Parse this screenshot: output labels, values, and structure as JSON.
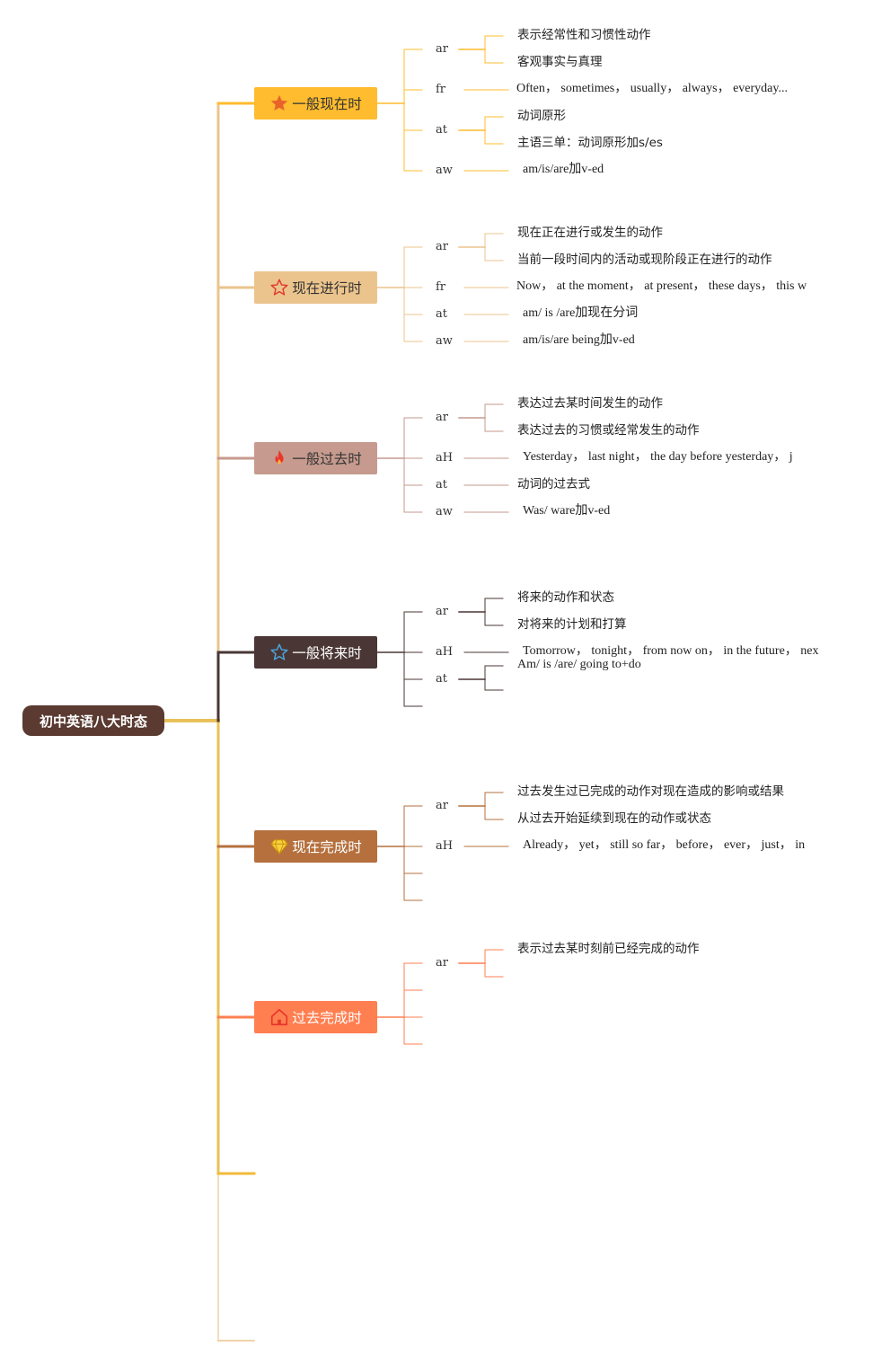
{
  "root": {
    "label": "初中英语八大时态"
  },
  "branches": [
    {
      "label": "一般现在时",
      "icon": "star-filled-icon",
      "color": "#ffbc2e",
      "text_color": "#333333",
      "children": [
        {
          "key": "ar",
          "leaves": [
            "表示经常性和习惯性动作",
            "客观事实与真理"
          ]
        },
        {
          "key": "fr",
          "leaves": [
            "Often， sometimes， usually， always， everyday..."
          ]
        },
        {
          "key": "at",
          "leaves": [
            "动词原形",
            "主语三单：动词原形加s/es"
          ]
        },
        {
          "key": "aw",
          "leaves": [
            "am/is/are加v-ed"
          ]
        }
      ]
    },
    {
      "label": "现在进行时",
      "icon": "star-outline-icon",
      "color": "#ebc48d",
      "text_color": "#333333",
      "children": [
        {
          "key": "ar",
          "leaves": [
            "现在正在进行或发生的动作",
            "当前一段时间内的活动或现阶段正在进行的动作"
          ]
        },
        {
          "key": "fr",
          "leaves": [
            "Now， at the moment， at present， these days， this w"
          ]
        },
        {
          "key": "at",
          "leaves": [
            "am/ is /are加现在分词"
          ]
        },
        {
          "key": "aw",
          "leaves": [
            "am/is/are being加v-ed"
          ]
        }
      ]
    },
    {
      "label": "一般过去时",
      "icon": "fire-icon",
      "color": "#c69a8e",
      "text_color": "#333333",
      "children": [
        {
          "key": "ar",
          "leaves": [
            "表达过去某时间发生的动作",
            "表达过去的习惯或经常发生的动作"
          ]
        },
        {
          "key": "aH",
          "leaves": [
            "Yesterday， last night， the day before yesterday， j"
          ]
        },
        {
          "key": "at",
          "leaves": [
            "动词的过去式"
          ]
        },
        {
          "key": "aw",
          "leaves": [
            "Was/ ware加v-ed"
          ]
        }
      ]
    },
    {
      "label": "一般将来时",
      "icon": "star-outline-icon",
      "color": "#4a3735",
      "text_color": "#ffffff",
      "children": [
        {
          "key": "ar",
          "leaves": [
            "将来的动作和状态",
            "对将来的计划和打算"
          ]
        },
        {
          "key": "aH",
          "leaves": [
            "Tomorrow， tonight， from now on， in the future， nex"
          ]
        },
        {
          "key": "at",
          "leaves": [
            "Am/ is /are/ going to+do"
          ]
        },
        {
          "key": "",
          "leaves": []
        }
      ]
    },
    {
      "label": "现在完成时",
      "icon": "diamond-icon",
      "color": "#b5703e",
      "text_color": "#ffffff",
      "children": [
        {
          "key": "ar",
          "leaves": [
            "过去发生过已完成的动作对现在造成的影响或结果",
            "从过去开始延续到现在的动作或状态"
          ]
        },
        {
          "key": "aH",
          "leaves": [
            "Already， yet， still so far， before， ever， just， in"
          ]
        },
        {
          "key": "",
          "leaves": []
        },
        {
          "key": "",
          "leaves": []
        }
      ]
    },
    {
      "label": "过去完成时",
      "icon": "home-icon",
      "color": "#ff7f50",
      "text_color": "#ffffff",
      "children": [
        {
          "key": "ar",
          "leaves": [
            "表示过去某时刻前已经完成的动作"
          ]
        },
        {
          "key": "",
          "leaves": []
        },
        {
          "key": "",
          "leaves": []
        },
        {
          "key": "",
          "leaves": []
        }
      ]
    },
    {
      "label": "",
      "icon": "",
      "color": "#f2b93b",
      "text_color": "#333333",
      "children": []
    },
    {
      "label": "",
      "icon": "",
      "color": "#ebc48d",
      "text_color": "#333333",
      "children": []
    }
  ],
  "colors": {
    "root": "#5a3a31",
    "trunk_top": "#ebc48d",
    "trunk_bottom": "#e8c15a"
  }
}
